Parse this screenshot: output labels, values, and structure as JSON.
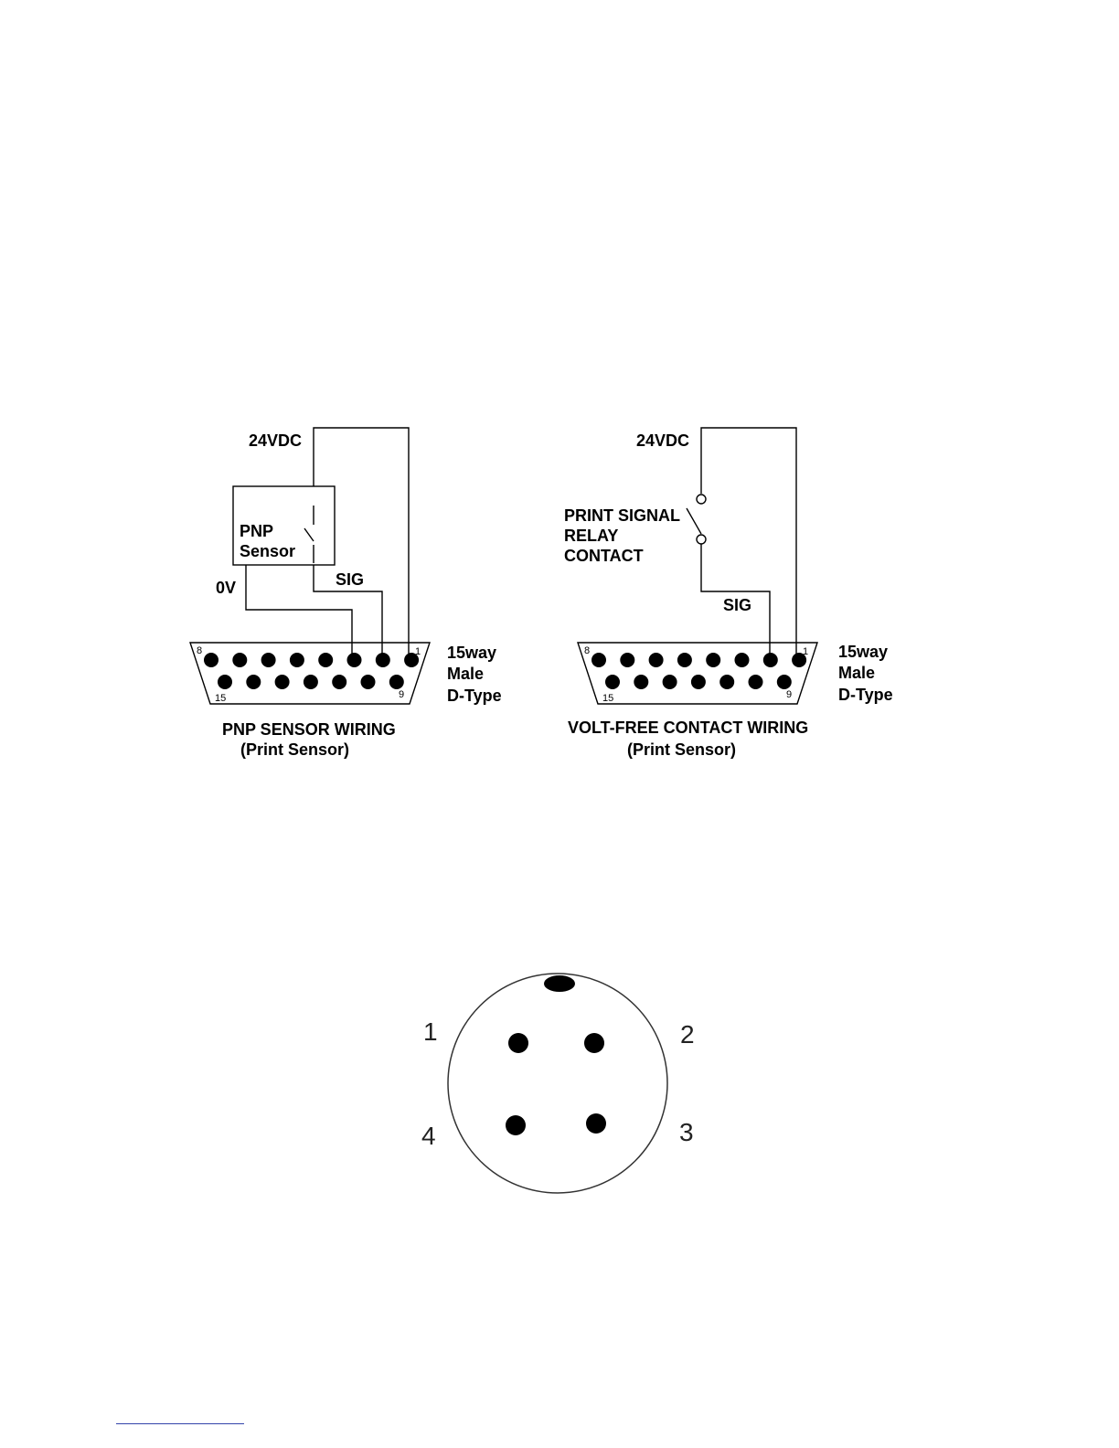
{
  "pnp_diagram": {
    "supply_label": "24VDC",
    "sensor_label_line1": "PNP",
    "sensor_label_line2": "Sensor",
    "zero_volt_label": "0V",
    "signal_label": "SIG",
    "pin_first": "1",
    "pin_eight": "8",
    "pin_nine": "9",
    "pin_fifteen": "15",
    "connector_line1": "15way",
    "connector_line2": "Male",
    "connector_line3": "D-Type",
    "caption_line1": "PNP SENSOR WIRING",
    "caption_line2": "(Print Sensor)"
  },
  "voltfree_diagram": {
    "supply_label": "24VDC",
    "relay_line1": "PRINT SIGNAL",
    "relay_line2": "RELAY",
    "relay_line3": "CONTACT",
    "signal_label": "SIG",
    "pin_first": "1",
    "pin_eight": "8",
    "pin_nine": "9",
    "pin_fifteen": "15",
    "connector_line1": "15way",
    "connector_line2": "Male",
    "connector_line3": "D-Type",
    "caption_line1": "VOLT-FREE CONTACT WIRING",
    "caption_line2": "(Print Sensor)"
  },
  "circular_connector": {
    "pin1": "1",
    "pin2": "2",
    "pin3": "3",
    "pin4": "4"
  },
  "colors": {
    "ink": "#000000",
    "footer_rule": "#3344aa"
  }
}
